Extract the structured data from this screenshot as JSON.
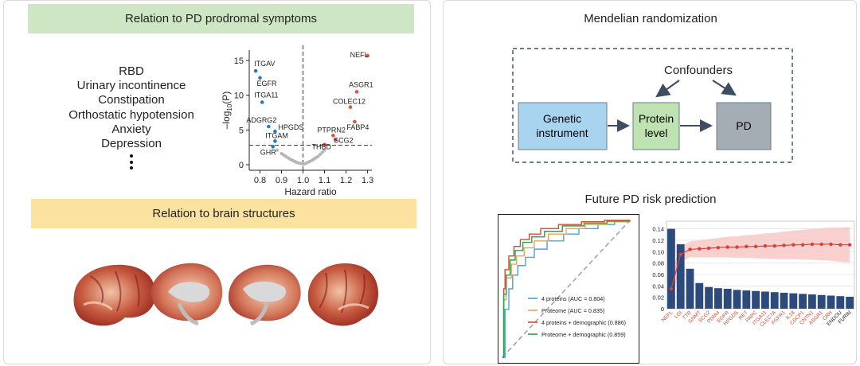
{
  "prodromal": {
    "banner": "Relation to PD prodromal symptoms",
    "symptoms": [
      "RBD",
      "Urinary incontinence",
      "Constipation",
      "Orthostatic hypotension",
      "Anxiety",
      "Depression"
    ]
  },
  "volcano": {
    "xlabel": "Hazard ratio",
    "ylabel_main": "–log",
    "ylabel_sub": "10",
    "ylabel_tail": "(P)",
    "xticks": [
      0.8,
      0.9,
      1.0,
      1.1,
      1.2,
      1.3
    ],
    "xtick_labels": [
      "0.8",
      "0.9",
      "1.0",
      "1.1",
      "1.2",
      "1.3"
    ],
    "yticks": [
      0,
      5,
      10,
      15
    ],
    "ytick_labels": [
      "0",
      "5",
      "10",
      "15"
    ],
    "threshold_y": 2.8,
    "reference_x": 1.0,
    "points": [
      {
        "label": "NEFL",
        "hr": 1.3,
        "logp": 15.7,
        "color": "#e0533c"
      },
      {
        "label": "ITGAV",
        "hr": 0.78,
        "logp": 13.5,
        "color": "#2b7bba"
      },
      {
        "label": "EGFR",
        "hr": 0.8,
        "logp": 12.5,
        "color": "#2b7bba"
      },
      {
        "label": "ITGA11",
        "hr": 0.81,
        "logp": 9.0,
        "color": "#2b7bba"
      },
      {
        "label": "ASGR1",
        "hr": 1.25,
        "logp": 10.5,
        "color": "#e0533c"
      },
      {
        "label": "COLEC12",
        "hr": 1.22,
        "logp": 8.3,
        "color": "#e0533c"
      },
      {
        "label": "FABP4",
        "hr": 1.24,
        "logp": 6.2,
        "color": "#e0533c"
      },
      {
        "label": "ADGRG2",
        "hr": 0.84,
        "logp": 5.5,
        "color": "#2b7bba"
      },
      {
        "label": "HPGDS",
        "hr": 0.87,
        "logp": 4.8,
        "color": "#2b7bba"
      },
      {
        "label": "PTPRN2",
        "hr": 1.14,
        "logp": 4.2,
        "color": "#e0533c"
      },
      {
        "label": "SCG2",
        "hr": 1.15,
        "logp": 3.6,
        "color": "#e0533c"
      },
      {
        "label": "ITGAM",
        "hr": 0.87,
        "logp": 3.4,
        "color": "#2b7bba"
      },
      {
        "label": "THBD",
        "hr": 1.1,
        "logp": 2.9,
        "color": "#e0533c"
      },
      {
        "label": "GHR",
        "hr": 0.86,
        "logp": 2.6,
        "color": "#2b7bba"
      }
    ]
  },
  "brain": {
    "banner": "Relation to brain structures"
  },
  "mr": {
    "title": "Mendelian randomization",
    "confounders": "Confounders",
    "genetic_line1": "Genetic",
    "genetic_line2": "instrument",
    "protein_line1": "Protein",
    "protein_line2": "level",
    "pd": "PD",
    "colors": {
      "genetic": "#a9d4ef",
      "protein": "#bfe2b2",
      "pd": "#a4adb3"
    }
  },
  "risk": {
    "title": "Future PD risk prediction",
    "roc_legend": [
      {
        "label": "4 proteins (AUC = 0.804)",
        "color": "#4aa3d9"
      },
      {
        "label": "Proteome (AUC = 0.835)",
        "color": "#f0a058"
      },
      {
        "label": "4 proteins + demographic (0.886)",
        "color": "#d9492f"
      },
      {
        "label": "Proteome + demographic (0.859)",
        "color": "#2f9d4a"
      }
    ],
    "bar_values": [
      0.14,
      0.113,
      0.07,
      0.045,
      0.038,
      0.036,
      0.035,
      0.033,
      0.032,
      0.031,
      0.03,
      0.029,
      0.028,
      0.027,
      0.026,
      0.025,
      0.024,
      0.023,
      0.022,
      0.021
    ],
    "line_values": [
      0.035,
      0.095,
      0.104,
      0.105,
      0.106,
      0.107,
      0.108,
      0.108,
      0.109,
      0.109,
      0.11,
      0.11,
      0.111,
      0.112,
      0.112,
      0.113,
      0.113,
      0.113,
      0.112,
      0.112
    ],
    "ytick_labels": [
      "0",
      "0.02",
      "0.04",
      "0.06",
      "0.08",
      "0.10",
      "0.12",
      "0.14"
    ],
    "ytick_values": [
      0,
      0.02,
      0.04,
      0.06,
      0.08,
      0.1,
      0.12,
      0.14
    ],
    "xtick_labels": [
      "NEFL",
      "LGI",
      "TTR",
      "GNMT",
      "SCG2",
      "PDIA4",
      "EGFR",
      "HPGDS",
      "RET",
      "PAPC",
      "ITGA11",
      "CLEC7A",
      "FGFR1",
      "IL18",
      "CDCP1",
      "CNTN1",
      "ASGR1",
      "CRH",
      "ENDOU",
      "FURIN"
    ],
    "xtick_colors": [
      "#d9492f",
      "#d9492f",
      "#d9492f",
      "#d9492f",
      "#d9492f",
      "#d9492f",
      "#d9492f",
      "#d9492f",
      "#d9492f",
      "#d9492f",
      "#d9492f",
      "#d9492f",
      "#d9492f",
      "#d9492f",
      "#d9492f",
      "#d9492f",
      "#d9492f",
      "#d9492f",
      "#222222",
      "#222222"
    ],
    "colors": {
      "bar": "#2c4a7c",
      "line": "#d9403a",
      "band": "#f6c6c3"
    }
  }
}
